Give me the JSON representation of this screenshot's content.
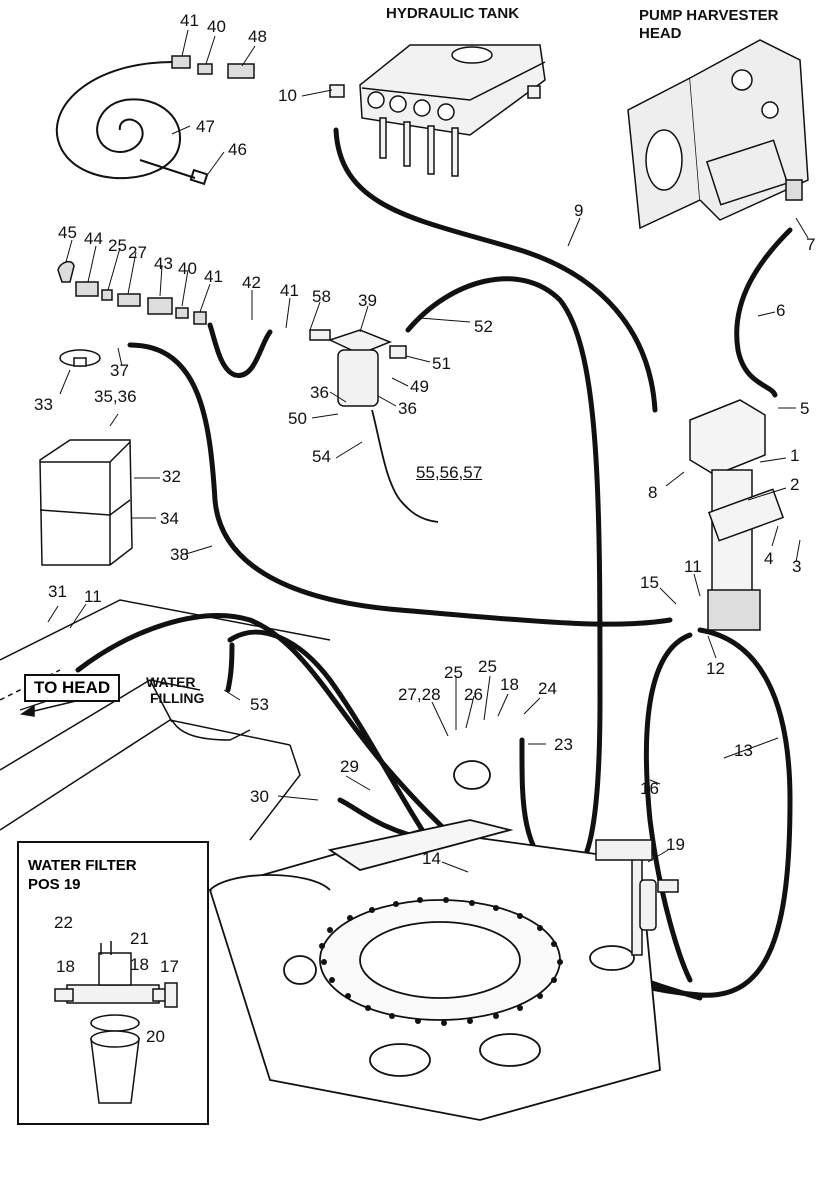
{
  "headers": {
    "hydraulic_tank": "HYDRAULIC TANK",
    "pump_line1": "PUMP HARVESTER",
    "pump_line2": "HEAD"
  },
  "labels": {
    "to_head": "TO HEAD",
    "water_line1": "WATER",
    "water_line2": "FILLING",
    "parts_55_57": "55,56,57"
  },
  "inset": {
    "title_line1": "WATER FILTER",
    "title_line2": "POS 19"
  },
  "callouts": [
    "41",
    "40",
    "48",
    "47",
    "46",
    "10",
    "45",
    "44",
    "25",
    "27",
    "43",
    "40",
    "41",
    "42",
    "41",
    "58",
    "39",
    "52",
    "51",
    "49",
    "36",
    "36",
    "50",
    "54",
    "37",
    "33",
    "35,36",
    "32",
    "34",
    "38",
    "9",
    "7",
    "6",
    "5",
    "1",
    "8",
    "2",
    "4",
    "3",
    "15",
    "11",
    "12",
    "31",
    "11",
    "53",
    "27,28",
    "25",
    "26",
    "25",
    "18",
    "24",
    "23",
    "13",
    "16",
    "29",
    "30",
    "14",
    "19",
    "22",
    "21",
    "18",
    "18",
    "17",
    "20"
  ],
  "colors": {
    "ink": "#111111",
    "background": "#ffffff"
  }
}
